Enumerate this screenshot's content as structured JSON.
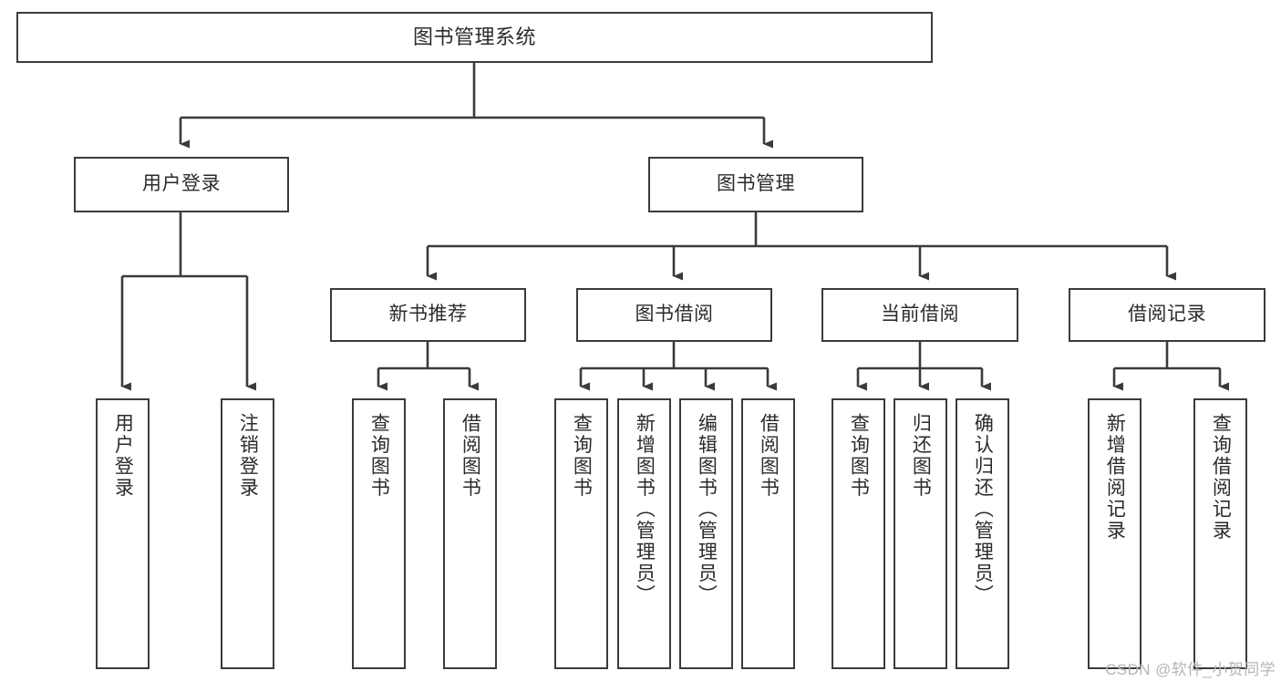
{
  "diagram": {
    "type": "tree-hierarchy-chart",
    "title": "图书管理系统",
    "stroke_color": "#3b3b3b",
    "text_color": "#2b2b2b",
    "background_color": "#ffffff",
    "levels": {
      "root": {
        "label": "图书管理系统"
      },
      "level2": [
        {
          "label": "用户登录"
        },
        {
          "label": "图书管理"
        }
      ],
      "level3": [
        {
          "label": "新书推荐"
        },
        {
          "label": "图书借阅"
        },
        {
          "label": "当前借阅"
        },
        {
          "label": "借阅记录"
        }
      ],
      "leaves": {
        "user_login": [
          {
            "label": "用户登录"
          },
          {
            "label": "注销登录"
          }
        ],
        "new_book_recommend": [
          {
            "label": "查询图书"
          },
          {
            "label": "借阅图书"
          }
        ],
        "book_borrow": [
          {
            "label": "查询图书"
          },
          {
            "label": "新增图书（管理员）"
          },
          {
            "label": "编辑图书（管理员）"
          },
          {
            "label": "借阅图书"
          }
        ],
        "current_borrow": [
          {
            "label": "查询图书"
          },
          {
            "label": "归还图书"
          },
          {
            "label": "确认归还（管理员）"
          }
        ],
        "borrow_record": [
          {
            "label": "新增借阅记录"
          },
          {
            "label": "查询借阅记录"
          }
        ]
      }
    }
  },
  "watermark": {
    "text": "CSDN @软件_小贺同学"
  }
}
